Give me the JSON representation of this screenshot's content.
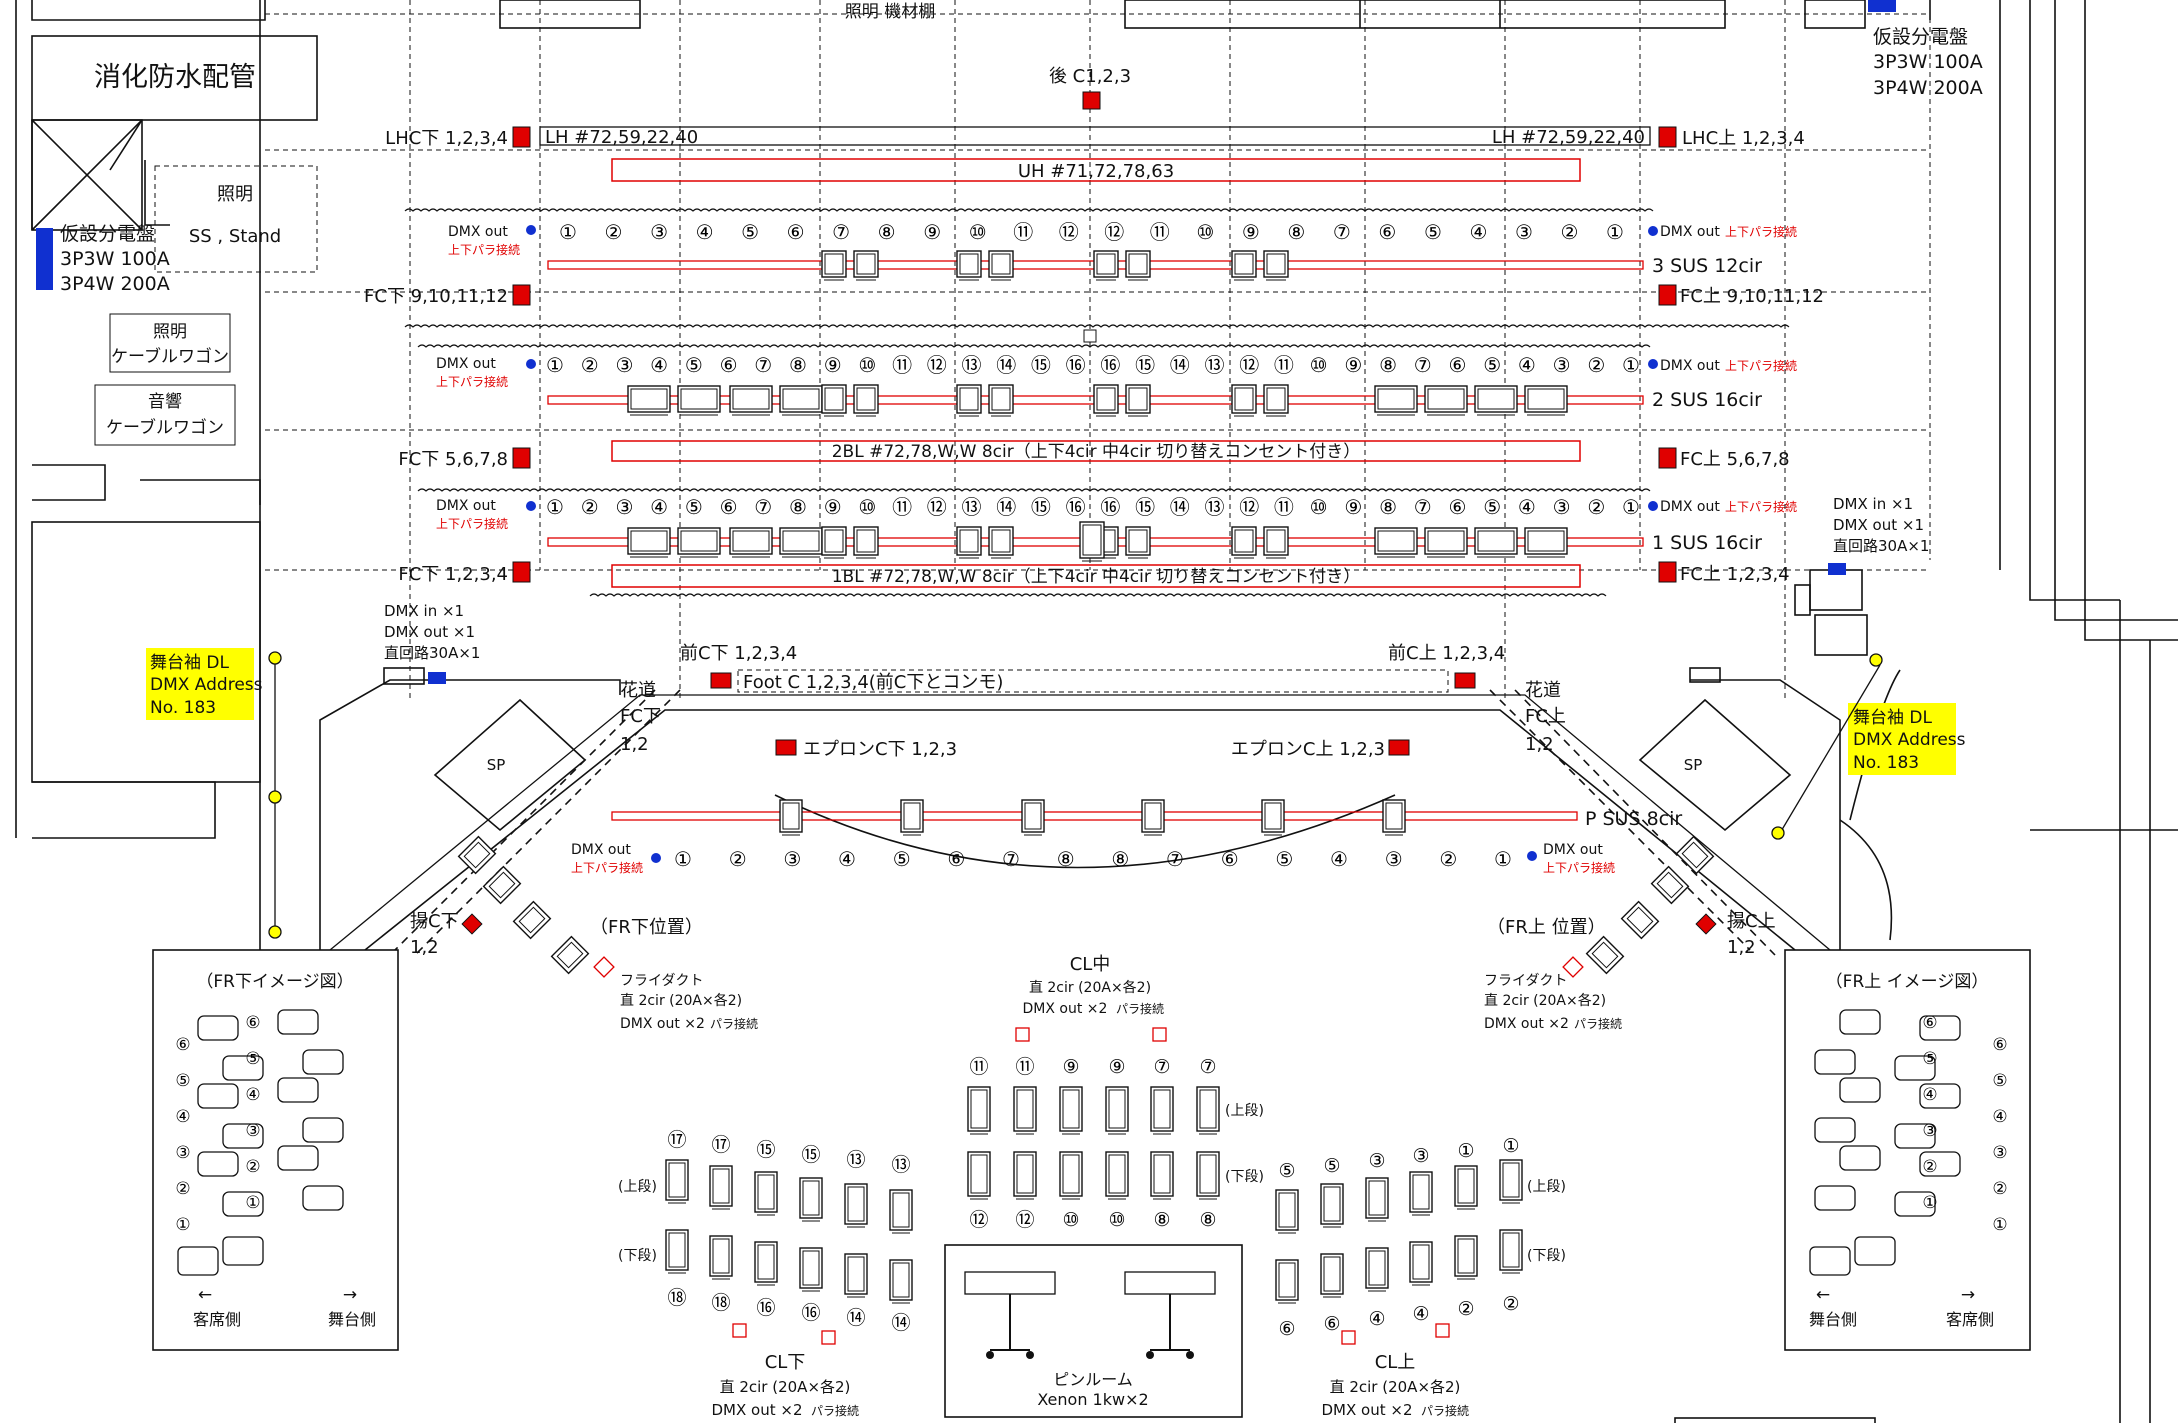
{
  "header": {
    "rigging": "照明 機材棚"
  },
  "fire_pipe": "消化防水配管",
  "panel_left": {
    "title": "仮設分電盤",
    "line1": "3P3W 100A",
    "line2": "3P4W 200A"
  },
  "panel_right": {
    "title": "仮設分電盤",
    "line1": "3P3W 100A",
    "line2": "3P4W 200A"
  },
  "lighting_box": {
    "title": "照明",
    "sub": "SS , Stand"
  },
  "wagon1": {
    "l1": "照明",
    "l2": "ケーブルワゴン"
  },
  "wagon2": {
    "l1": "音響",
    "l2": "ケーブルワゴン"
  },
  "back_c": "後 C1,2,3",
  "lhc_left": "LHC下 1,2,3,4",
  "lhc_right": "LHC上 1,2,3,4",
  "lh_left": "LH #72,59,22,40",
  "lh_right": "LH #72,59,22,40",
  "uh": "UH #71,72,78,63",
  "dmx_out": "DMX out",
  "para": "上下パラ接続",
  "para_short": "パラ接続",
  "sus3": {
    "label": "3 SUS 12cir",
    "nums": [
      "①",
      "②",
      "③",
      "④",
      "⑤",
      "⑥",
      "⑦",
      "⑧",
      "⑨",
      "⑩",
      "⑪",
      "⑫",
      "⑫",
      "⑪",
      "⑩",
      "⑨",
      "⑧",
      "⑦",
      "⑥",
      "⑤",
      "④",
      "③",
      "②",
      "①"
    ]
  },
  "sus2": {
    "label": "2 SUS 16cir",
    "nums": [
      "①",
      "②",
      "③",
      "④",
      "⑤",
      "⑥",
      "⑦",
      "⑧",
      "⑨",
      "⑩",
      "⑪",
      "⑫",
      "⑬",
      "⑭",
      "⑮",
      "⑯",
      "⑯",
      "⑮",
      "⑭",
      "⑬",
      "⑫",
      "⑪",
      "⑩",
      "⑨",
      "⑧",
      "⑦",
      "⑥",
      "⑤",
      "④",
      "③",
      "②",
      "①"
    ]
  },
  "sus1": {
    "label": "1 SUS 16cir",
    "nums": [
      "①",
      "②",
      "③",
      "④",
      "⑤",
      "⑥",
      "⑦",
      "⑧",
      "⑨",
      "⑩",
      "⑪",
      "⑫",
      "⑬",
      "⑭",
      "⑮",
      "⑯",
      "⑯",
      "⑮",
      "⑭",
      "⑬",
      "⑫",
      "⑪",
      "⑩",
      "⑨",
      "⑧",
      "⑦",
      "⑥",
      "⑤",
      "④",
      "③",
      "②",
      "①"
    ]
  },
  "fc_a_left": "FC下 9,10,11,12",
  "fc_a_right": "FC上 9,10,11,12",
  "fc_b_left": "FC下 5,6,7,8",
  "fc_b_right": "FC上 5,6,7,8",
  "fc_c_left": "FC下 1,2,3,4",
  "fc_c_right": "FC上 1,2,3,4",
  "bl2": "2BL #72,78,W,W 8cir（上下4cir  中4cir  切り替えコンセント付き）",
  "bl1": "1BL #72,78,W,W 8cir（上下4cir  中4cir  切り替えコンセント付き）",
  "dmx_box_left": {
    "l1": "DMX    in ×1",
    "l2": "DMX  out ×1",
    "l3": "直回路30A×1"
  },
  "dmx_box_right": {
    "l1": "DMX    in ×1",
    "l2": "DMX  out ×1",
    "l3": "直回路30A×1"
  },
  "wing_left": {
    "l1": "舞台袖 DL",
    "l2": "DMX Address",
    "l3": "No. 183"
  },
  "wing_right": {
    "l1": "舞台袖 DL",
    "l2": "DMX Address",
    "l3": "No. 183"
  },
  "front_c_left": "前C下 1,2,3,4",
  "front_c_right": "前C上 1,2,3,4",
  "foot_c": "Foot C 1,2,3,4(前C下とコンモ)",
  "hanamichi_left": {
    "l1": "花道",
    "l2": "FC下",
    "l3": "1,2"
  },
  "hanamichi_right": {
    "l1": "花道",
    "l2": "FC上",
    "l3": "1,2"
  },
  "apron_left": "エプロンC下 1,2,3",
  "apron_right": "エプロンC上 1,2,3",
  "speaker": "SP",
  "psus": {
    "label": "P SUS  8cir",
    "nums": [
      "①",
      "②",
      "③",
      "④",
      "⑤",
      "⑥",
      "⑦",
      "⑧",
      "⑧",
      "⑦",
      "⑥",
      "⑤",
      "④",
      "③",
      "②",
      "①"
    ]
  },
  "agec_left": {
    "l1": "揚C下",
    "l2": "1,2"
  },
  "agec_right": {
    "l1": "揚C上",
    "l2": "1,2"
  },
  "fr_pos_left": "（FR下位置）",
  "fr_pos_right": "（FR上 位置）",
  "flydact": "フライダクト",
  "direct_2cir": "直 2cir (20A×各2)",
  "dmx_out_x2": "DMX out ×2",
  "fr_img_left": {
    "title": "（FR下イメージ図）",
    "side_a": "客席側",
    "side_b": "舞台側",
    "arrow_a": "←",
    "arrow_b": "→",
    "nums": [
      "⑥",
      "⑥",
      "⑤",
      "⑤",
      "④",
      "④",
      "③",
      "③",
      "②",
      "②",
      "①",
      "①"
    ]
  },
  "fr_img_right": {
    "title": "（FR上 イメージ図）",
    "side_a": "舞台側",
    "side_b": "客席側",
    "arrow_a": "←",
    "arrow_b": "→",
    "nums": [
      "⑥",
      "⑥",
      "⑤",
      "⑤",
      "④",
      "④",
      "③",
      "③",
      "②",
      "②",
      "①",
      "①"
    ]
  },
  "cl_center": {
    "title": "CL中",
    "top_nums": [
      "⑪",
      "⑪",
      "⑨",
      "⑨",
      "⑦",
      "⑦"
    ],
    "bot_nums": [
      "⑫",
      "⑫",
      "⑩",
      "⑩",
      "⑧",
      "⑧"
    ],
    "upper": "(上段)",
    "lower": "(下段)"
  },
  "cl_left": {
    "title": "CL下",
    "top_nums": [
      "⑰",
      "⑰",
      "⑮",
      "⑮",
      "⑬",
      "⑬"
    ],
    "bot_nums": [
      "⑱",
      "⑱",
      "⑯",
      "⑯",
      "⑭",
      "⑭"
    ],
    "upper": "(上段)",
    "lower": "(下段)"
  },
  "cl_right": {
    "title": "CL上",
    "top_nums": [
      "⑤",
      "⑤",
      "③",
      "③",
      "①",
      "①"
    ],
    "bot_nums": [
      "⑥",
      "⑥",
      "④",
      "④",
      "②",
      "②"
    ],
    "upper": "(上段)",
    "lower": "(下段)"
  },
  "pin_room": {
    "l1": "ピンルーム",
    "l2": "Xenon 1kw×2"
  },
  "colors": {
    "red": "#e00000",
    "blue": "#1030d0",
    "yellow": "#ffff00",
    "line": "#111111"
  }
}
